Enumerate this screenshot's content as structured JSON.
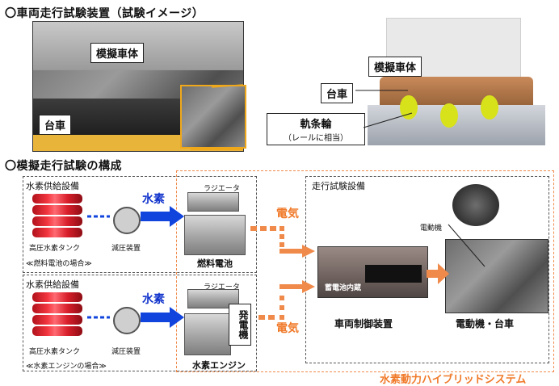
{
  "section1": {
    "title": "〇車両走行試験装置（試験イメージ）"
  },
  "photo_labels": {
    "car_body": "模擬車体",
    "bogie": "台車"
  },
  "illustration_labels": {
    "car_body": "模擬車体",
    "bogie": "台車",
    "rail_wheel": "軌条輪",
    "rail_note": "（レールに相当）"
  },
  "section2": {
    "title": "〇模擬走行試験の構成"
  },
  "upper": {
    "group": "水素供給設備",
    "radiator": "ラジエータ",
    "hydrogen_label": "水素",
    "tank": "高圧水素タンク",
    "regulator": "減圧装置",
    "case": "≪燃料電池の場合≫",
    "fuel_cell": "燃料電池",
    "electricity": "電気"
  },
  "lower": {
    "group": "水素供給設備",
    "radiator": "ラジエータ",
    "hydrogen_label": "水素",
    "tank": "高圧水素タンク",
    "regulator": "減圧装置",
    "case": "≪水素エンジンの場合≫",
    "generator": "発電機",
    "engine": "水素エンジン",
    "electricity": "電気"
  },
  "test_facility": {
    "title": "走行試験設備",
    "battery": "蓄電池内蔵",
    "controller": "車両制御装置",
    "motor": "電動機",
    "motor_bogie": "電動機・台車"
  },
  "system_name": "水素動力ハイブリッドシステム",
  "colors": {
    "hydrogen_arrow": "#1144dd",
    "electric_arrow": "#f08a4b",
    "tank_red": "#e8222c"
  }
}
